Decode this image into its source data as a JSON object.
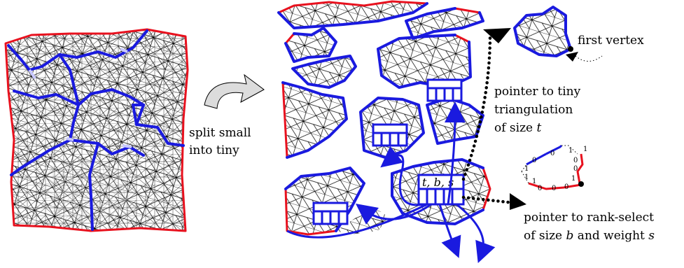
{
  "labels": {
    "split": "split small",
    "split2": "into tiny",
    "first_vertex": "first vertex",
    "pointer_tiny_1": "pointer to tiny",
    "pointer_tiny_2": "triangulation",
    "pointer_tiny_3_prefix": "of size ",
    "pointer_tiny_3_var": "t",
    "pointer_rank_1": "pointer to rank-select",
    "pointer_rank_2_prefix": "of size ",
    "pointer_rank_2_var_b": "b",
    "pointer_rank_2_mid": " and weight ",
    "pointer_rank_2_var_s": "s",
    "record": "t, b, s"
  },
  "bit_labels": [
    "0",
    "0",
    "1",
    "1",
    "0",
    "0",
    "1",
    "1",
    "1",
    "0",
    "0",
    "0",
    "1"
  ],
  "colors": {
    "boundary": "#e8111e",
    "separator": "#1a1adf",
    "mesh": "#000000",
    "hidden_mesh": "#c8c8c8",
    "arrow": "#dcdcdc"
  }
}
